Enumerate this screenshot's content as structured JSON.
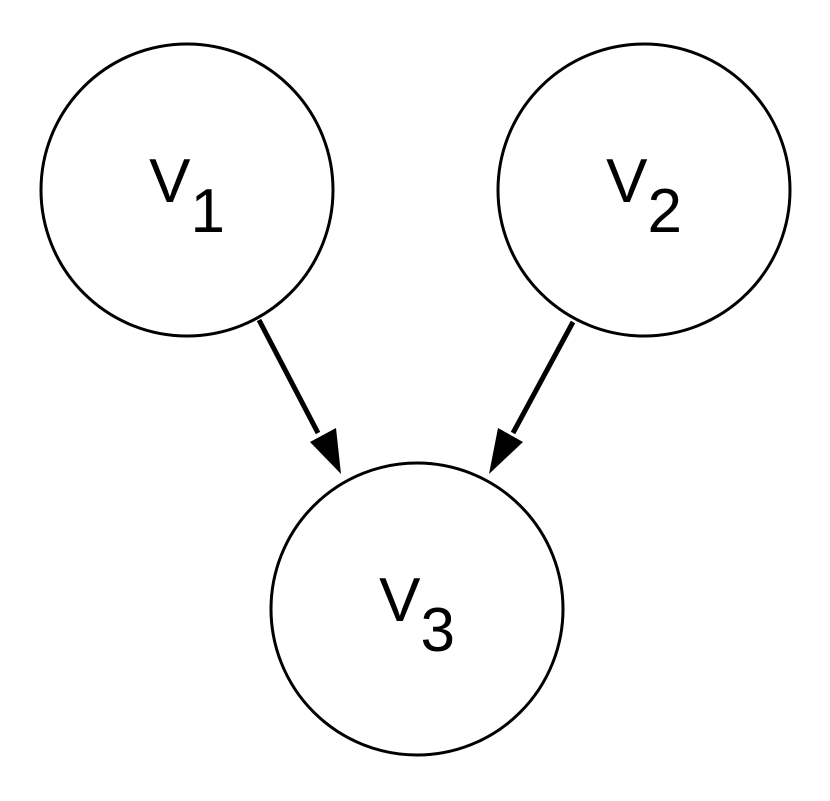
{
  "nodes": {
    "v1": {
      "base": "V",
      "sub": "1"
    },
    "v2": {
      "base": "V",
      "sub": "2"
    },
    "v3": {
      "base": "V",
      "sub": "3"
    }
  },
  "edges": [
    {
      "from": "v1",
      "to": "v3"
    },
    {
      "from": "v2",
      "to": "v3"
    }
  ],
  "colors": {
    "stroke": "#000000",
    "background": "#ffffff"
  }
}
